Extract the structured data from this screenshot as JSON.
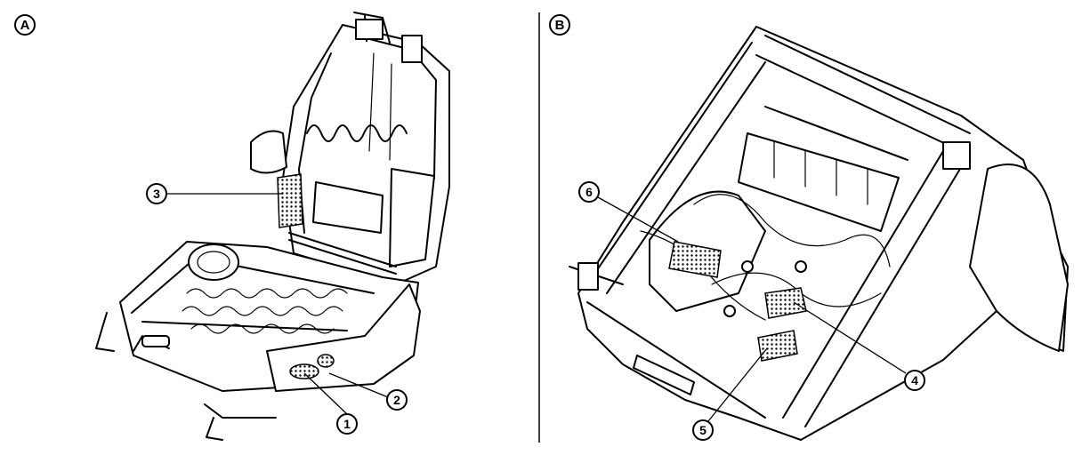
{
  "panels": [
    {
      "id": "A",
      "label": "A"
    },
    {
      "id": "B",
      "label": "B"
    }
  ],
  "callouts": [
    {
      "number": "1"
    },
    {
      "number": "2"
    },
    {
      "number": "3"
    },
    {
      "number": "4"
    },
    {
      "number": "5"
    },
    {
      "number": "6"
    }
  ]
}
